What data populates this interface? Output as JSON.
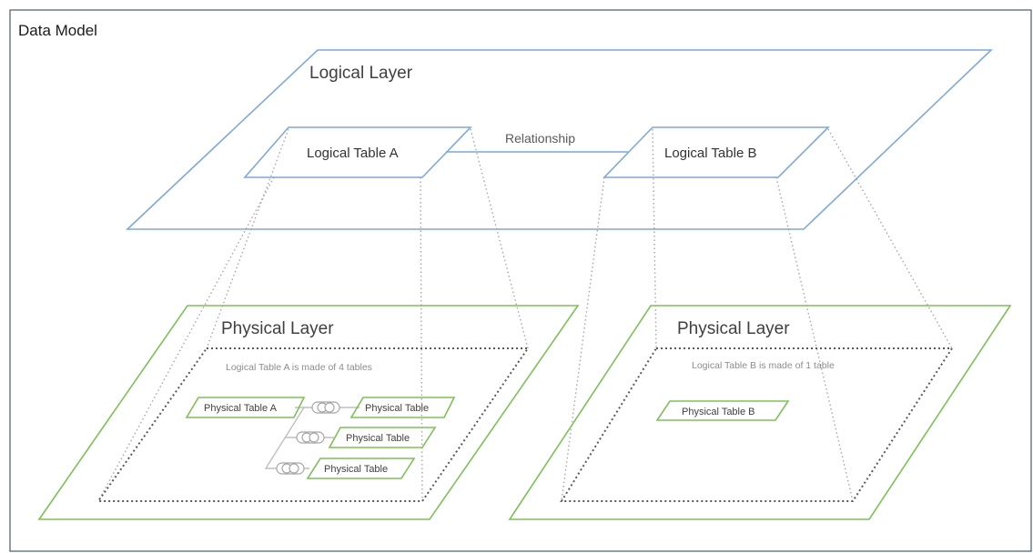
{
  "title": "Data Model",
  "logical_layer": {
    "label": "Logical Layer",
    "relationship_label": "Relationship",
    "tables": [
      {
        "id": "a",
        "label": "Logical Table A"
      },
      {
        "id": "b",
        "label": "Logical Table B"
      }
    ]
  },
  "physical_layers": [
    {
      "id": "a",
      "label": "Physical Layer",
      "note": "Logical Table A is made of 4 tables",
      "tables": [
        "Physical Table A",
        "Physical Table",
        "Physical Table",
        "Physical Table"
      ]
    },
    {
      "id": "b",
      "label": "Physical Layer",
      "note": "Logical Table B is made of 1 table",
      "tables": [
        "Physical Table B"
      ]
    }
  ],
  "colors": {
    "logical": "#7fa9d6",
    "physical": "#7fbf5a",
    "frame": "#4a5966",
    "projection": "#a6a6a6"
  }
}
